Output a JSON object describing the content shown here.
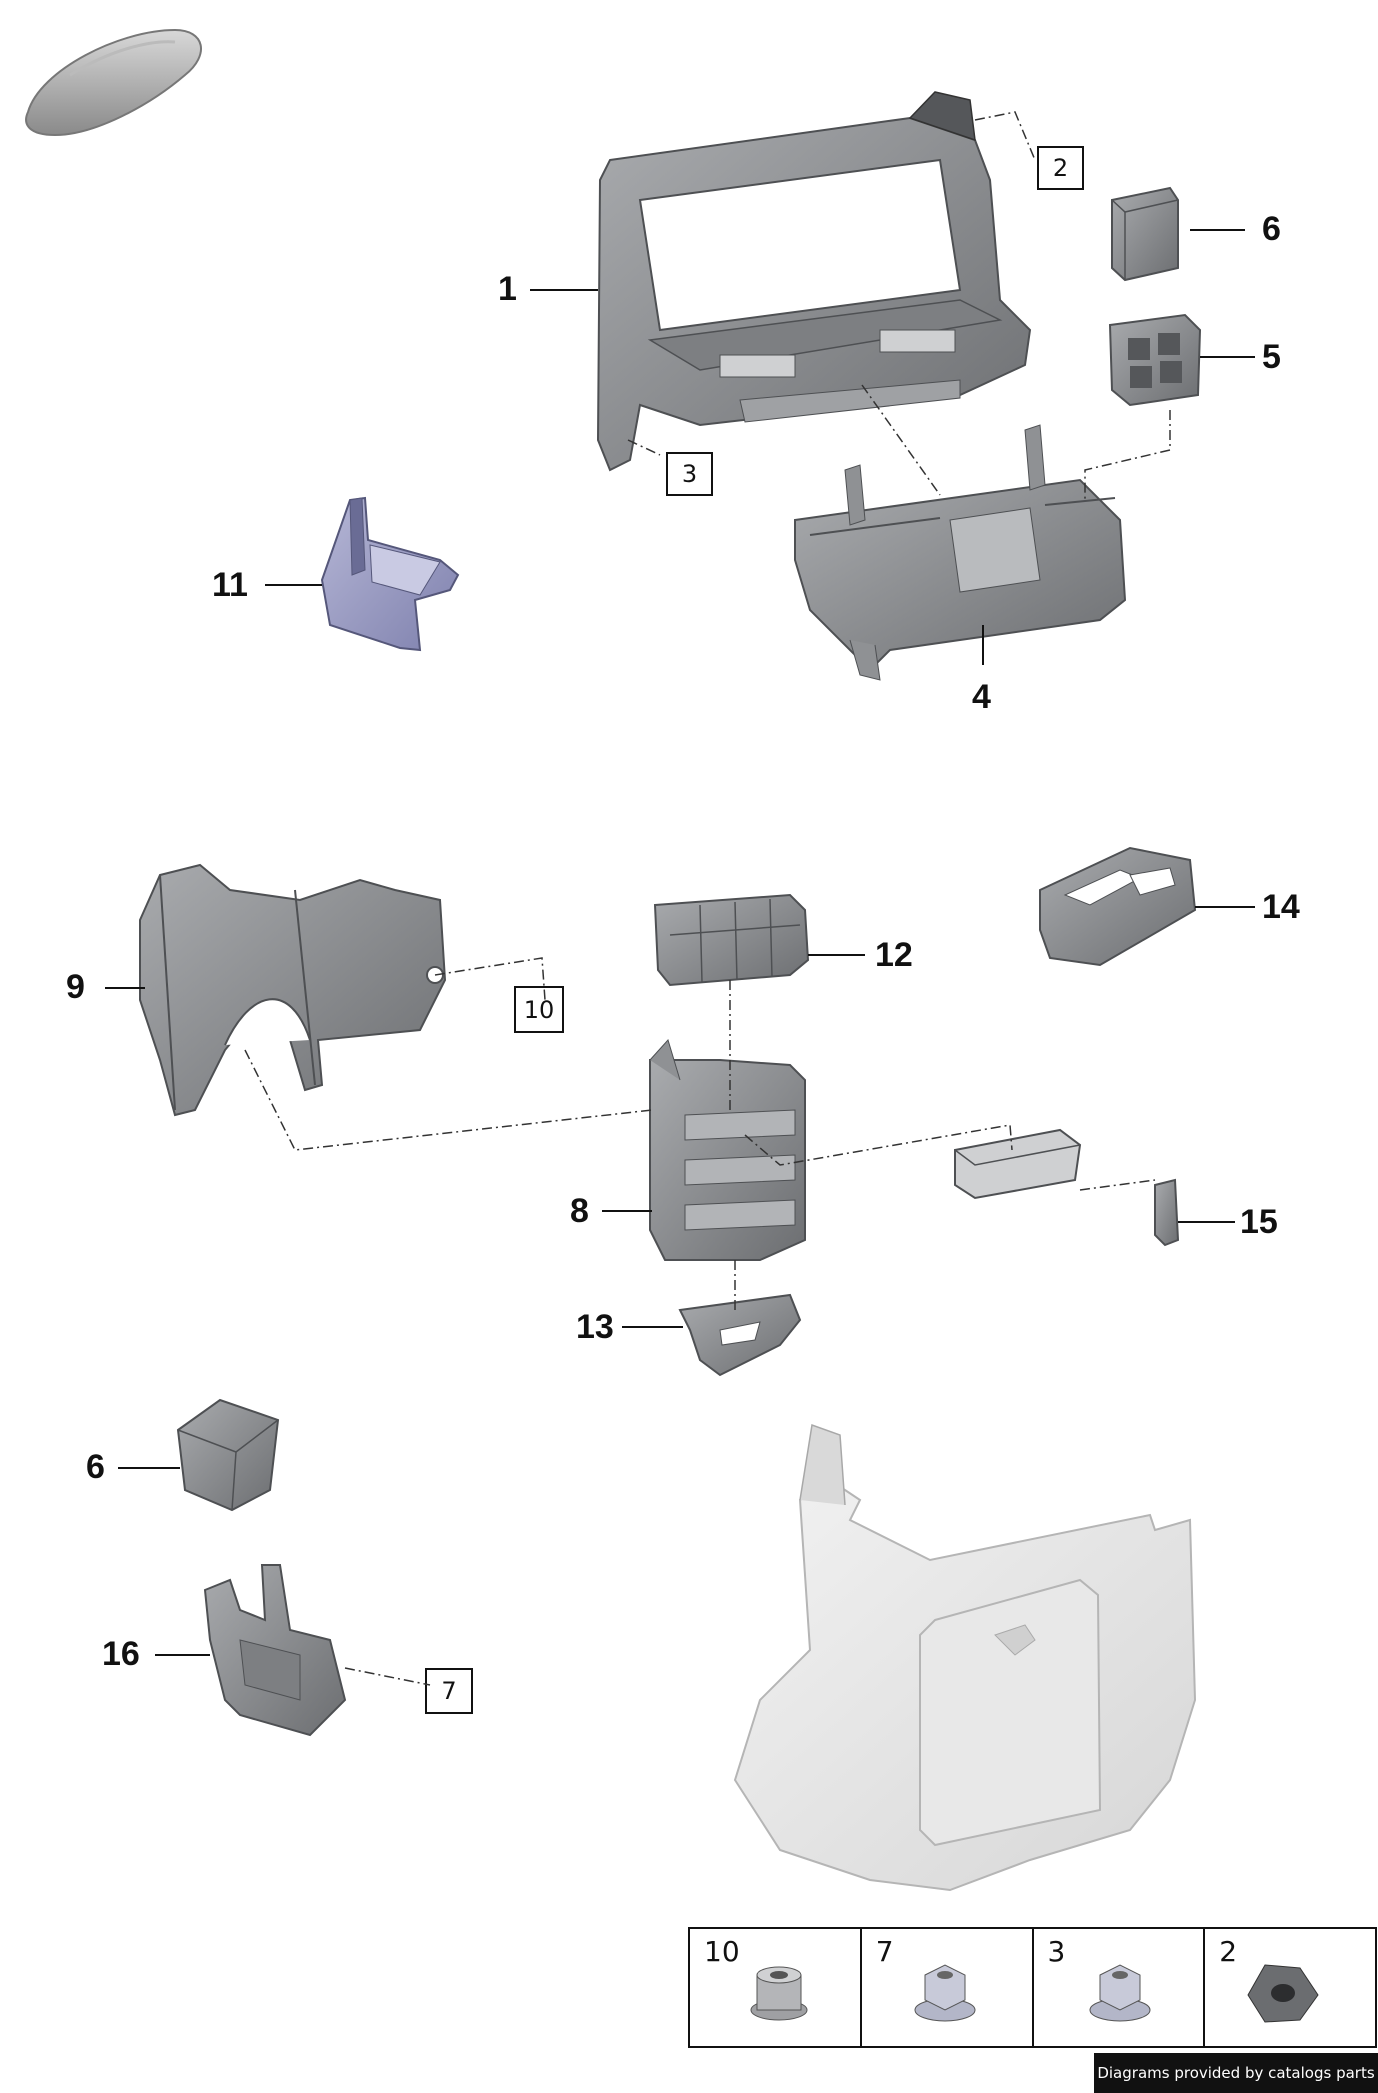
{
  "diagram": {
    "callouts": [
      {
        "id": "p1",
        "label": "1"
      },
      {
        "id": "p4",
        "label": "4"
      },
      {
        "id": "p5",
        "label": "5"
      },
      {
        "id": "p6a",
        "label": "6"
      },
      {
        "id": "p11",
        "label": "11"
      },
      {
        "id": "p9",
        "label": "9"
      },
      {
        "id": "p12",
        "label": "12"
      },
      {
        "id": "p14",
        "label": "14"
      },
      {
        "id": "p8",
        "label": "8"
      },
      {
        "id": "p15",
        "label": "15"
      },
      {
        "id": "p13",
        "label": "13"
      },
      {
        "id": "p6b",
        "label": "6"
      },
      {
        "id": "p16",
        "label": "16"
      }
    ],
    "ref_boxes": [
      {
        "id": "r2",
        "label": "2"
      },
      {
        "id": "r3",
        "label": "3"
      },
      {
        "id": "r10",
        "label": "10"
      },
      {
        "id": "r7",
        "label": "7"
      }
    ]
  },
  "hardware_table": [
    {
      "label": "10",
      "icon": "collar-nut-icon"
    },
    {
      "label": "7",
      "icon": "hex-flange-nut-icon"
    },
    {
      "label": "3",
      "icon": "hex-flange-nut-icon"
    },
    {
      "label": "2",
      "icon": "dark-hex-nut-icon"
    }
  ],
  "footer": {
    "credit": "Diagrams provided by catalogs parts"
  },
  "colors": {
    "part_grey": "#8f9194",
    "part_dark": "#6f7174",
    "bracket_blue": "#9a9cc4",
    "cover_light": "#e6e6e6",
    "line": "#111111"
  }
}
